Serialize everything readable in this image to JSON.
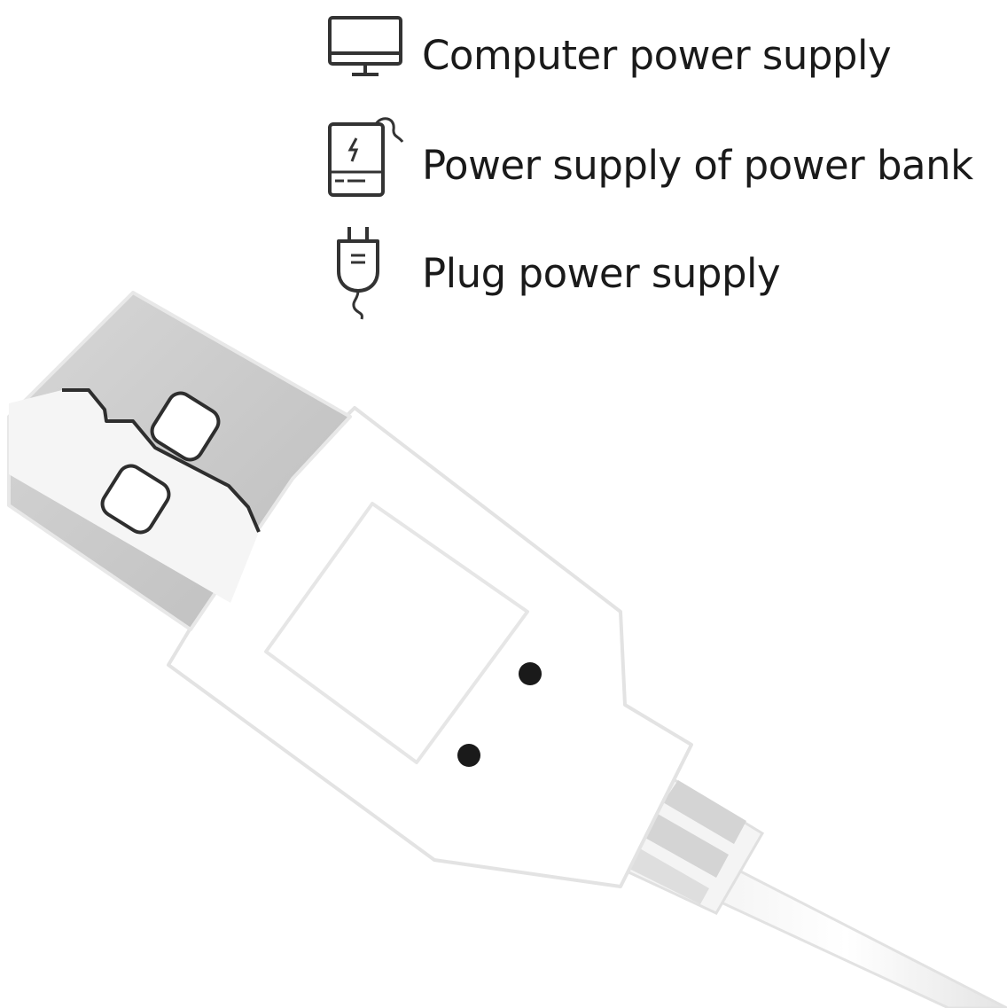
{
  "features": [
    {
      "icon": "monitor-icon",
      "label": "Computer power supply"
    },
    {
      "icon": "power-bank-icon",
      "label": "Power supply of power bank"
    },
    {
      "icon": "plug-icon",
      "label": "Plug power supply"
    }
  ],
  "colors": {
    "text": "#1a1a1a",
    "icon_stroke": "#333333",
    "connector_gray": "#c9c9c9",
    "connector_white": "#ffffff",
    "outline": "#e6e6e6",
    "dot": "#1a1a1a",
    "edge_line": "#2e2e2e"
  }
}
